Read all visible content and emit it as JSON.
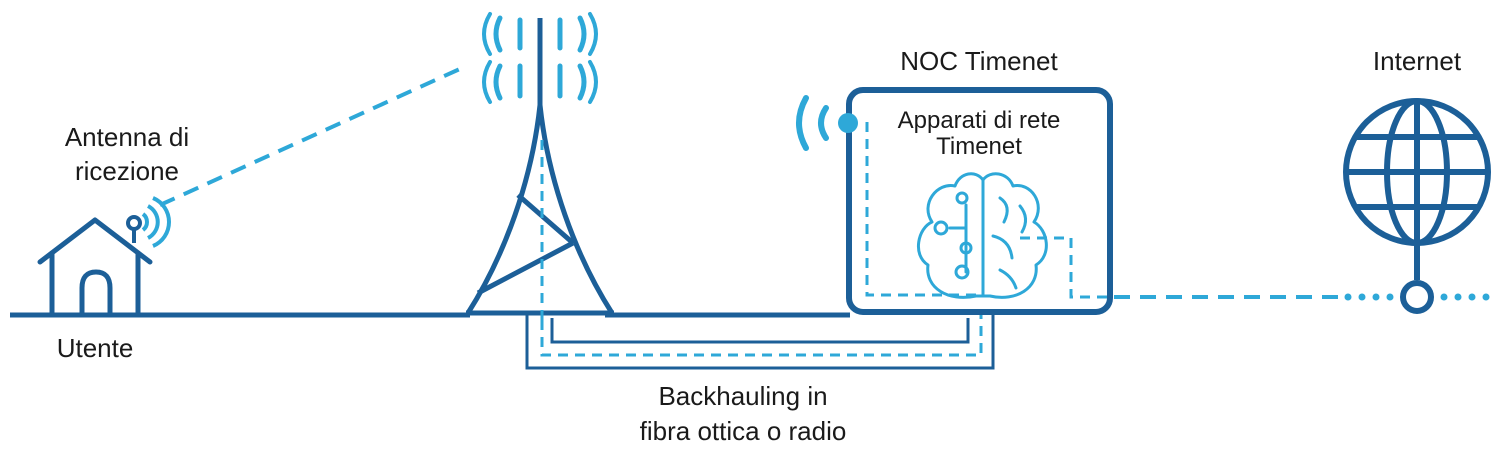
{
  "labels": {
    "antenna_line1": "Antenna di",
    "antenna_line2": "ricezione",
    "user": "Utente",
    "noc_title": "NOC Timenet",
    "apparatus_line1": "Apparati di rete",
    "apparatus_line2": "Timenet",
    "internet": "Internet",
    "backhaul_line1": "Backhauling in",
    "backhaul_line2": "fibra ottica o radio"
  },
  "colors": {
    "dark_blue": "#1c5f98",
    "light_blue": "#2ea8d8",
    "text": "#1a1a1a"
  },
  "icons": [
    "house-icon",
    "receiver-antenna-icon",
    "radio-tower-icon",
    "brain-icon",
    "globe-icon"
  ]
}
